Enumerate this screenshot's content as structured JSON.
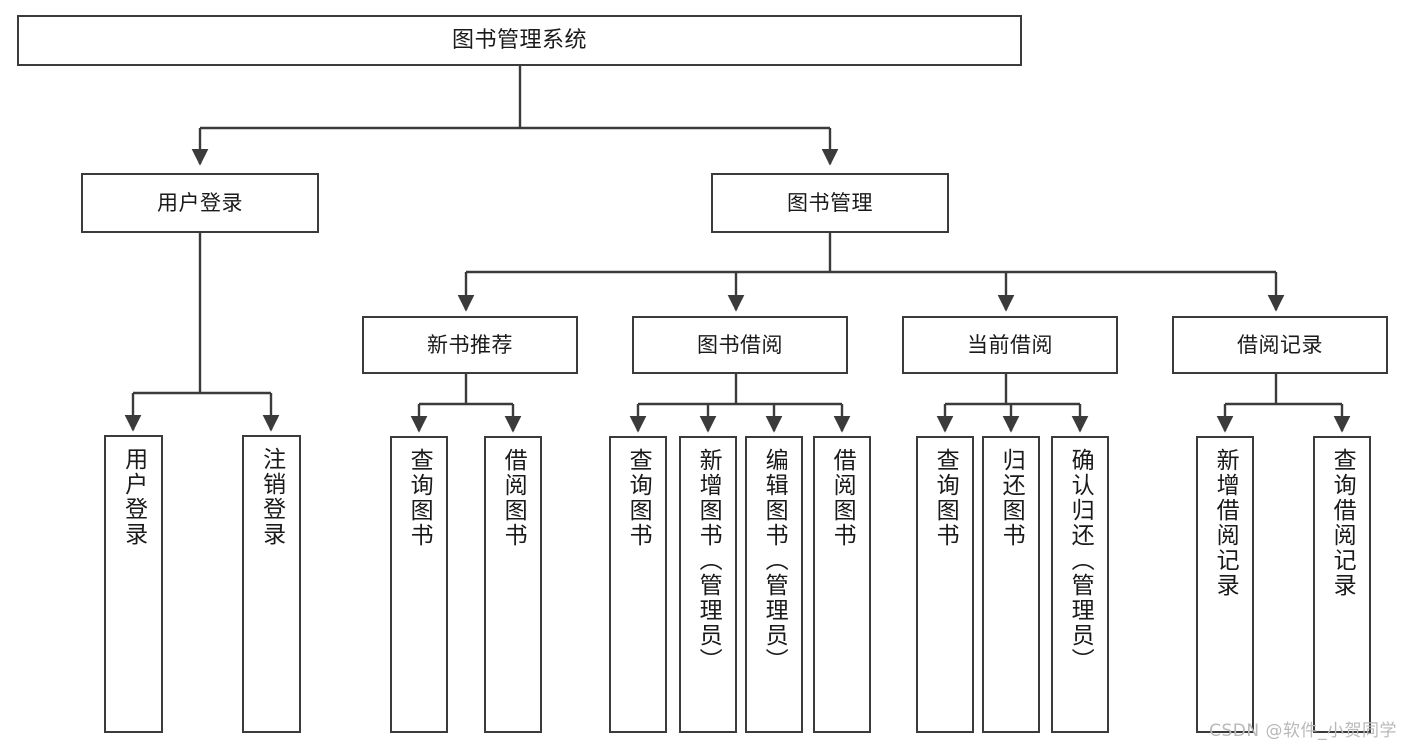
{
  "diagram": {
    "type": "tree",
    "title": "图书管理系统",
    "stroke_color": "#3b3b3b",
    "fill_color": "#ffffff",
    "text_color": "#1a1a1a"
  },
  "nodes": {
    "root": {
      "label": "图书管理系统"
    },
    "level2": [
      {
        "label": "用户登录"
      },
      {
        "label": "图书管理"
      }
    ],
    "level3": [
      {
        "label": "新书推荐"
      },
      {
        "label": "图书借阅"
      },
      {
        "label": "当前借阅"
      },
      {
        "label": "借阅记录"
      }
    ],
    "leaves": {
      "user_login": [
        {
          "label": "用户登录"
        },
        {
          "label": "注销登录"
        }
      ],
      "new_book_recommend": [
        {
          "label": "查询图书"
        },
        {
          "label": "借阅图书"
        }
      ],
      "book_borrow": [
        {
          "label": "查询图书"
        },
        {
          "label": "新增图书（管理员）"
        },
        {
          "label": "编辑图书（管理员）"
        },
        {
          "label": "借阅图书"
        }
      ],
      "current_borrow": [
        {
          "label": "查询图书"
        },
        {
          "label": "归还图书"
        },
        {
          "label": "确认归还（管理员）"
        }
      ],
      "borrow_record": [
        {
          "label": "新增借阅记录"
        },
        {
          "label": "查询借阅记录"
        }
      ]
    }
  },
  "watermark": {
    "text": "CSDN @软件_小贺同学"
  }
}
